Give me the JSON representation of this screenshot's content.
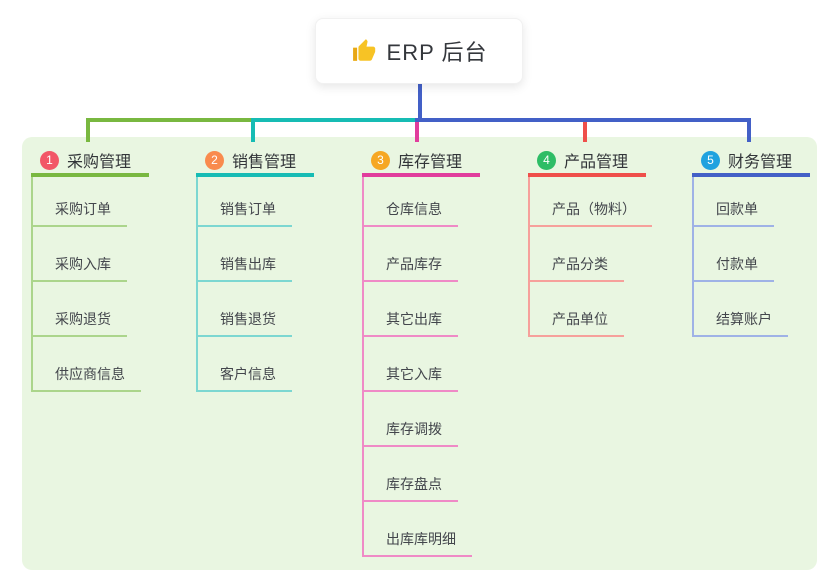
{
  "root": {
    "label": "ERP 后台",
    "icon": "thumbs-up-icon",
    "icon_color": "#f7c325"
  },
  "panel_color": "#e9f6e1",
  "root_connector_color": "#4360c7",
  "branches": [
    {
      "index": "1",
      "title": "采购管理",
      "badge_color": "#f25767",
      "line_color": "#79b840",
      "sub_line_color": "#abd58b",
      "items": [
        "采购订单",
        "采购入库",
        "采购退货",
        "供应商信息"
      ]
    },
    {
      "index": "2",
      "title": "销售管理",
      "badge_color": "#f98b4d",
      "line_color": "#16bcb4",
      "sub_line_color": "#7cd7d1",
      "items": [
        "销售订单",
        "销售出库",
        "销售退货",
        "客户信息"
      ]
    },
    {
      "index": "3",
      "title": "库存管理",
      "badge_color": "#f6a723",
      "line_color": "#e13d9d",
      "sub_line_color": "#ef8ac6",
      "items": [
        "仓库信息",
        "产品库存",
        "其它出库",
        "其它入库",
        "库存调拨",
        "库存盘点",
        "出库库明细"
      ]
    },
    {
      "index": "4",
      "title": "产品管理",
      "badge_color": "#2ebd66",
      "line_color": "#ef4f4a",
      "sub_line_color": "#f6a09b",
      "items": [
        "产品（物料）",
        "产品分类",
        "产品单位"
      ]
    },
    {
      "index": "5",
      "title": "财务管理",
      "badge_color": "#20a2df",
      "line_color": "#4360c7",
      "sub_line_color": "#9fb2e6",
      "items": [
        "回款单",
        "付款单",
        "结算账户"
      ]
    }
  ]
}
